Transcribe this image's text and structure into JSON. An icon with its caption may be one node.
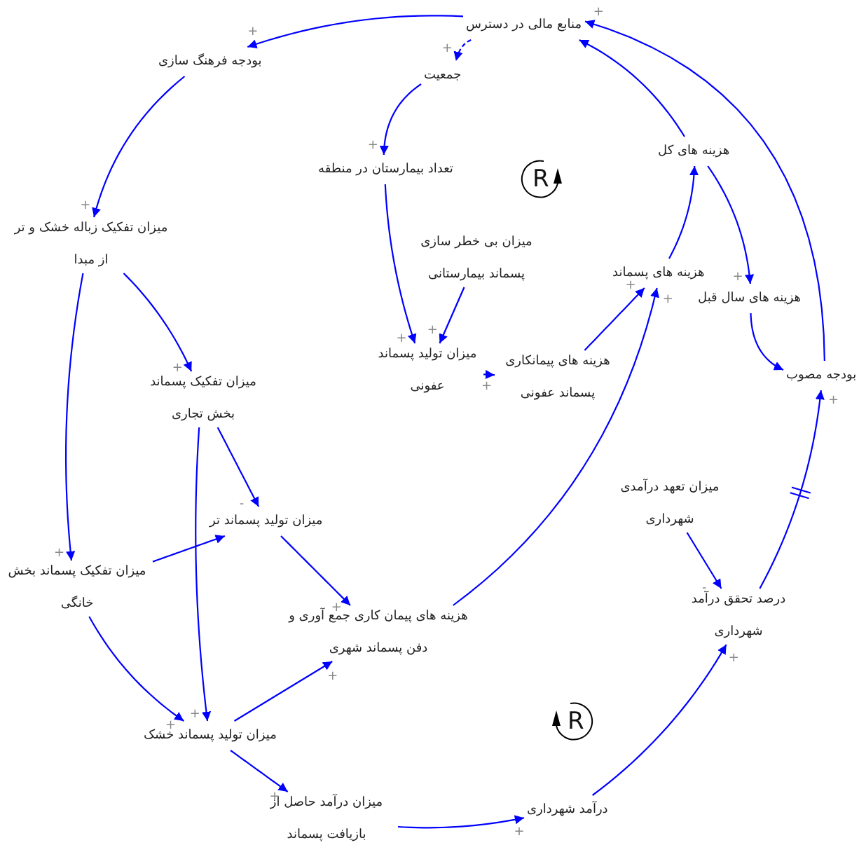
{
  "diagram": {
    "nodes": [
      {
        "text": [
          "منابع مالی در دسترس"
        ]
      },
      {
        "text": [
          "جمعیت"
        ]
      },
      {
        "text": [
          "بودجه فرهنگ سازی"
        ]
      },
      {
        "text": [
          "تعداد بیمارستان در منطقه"
        ]
      },
      {
        "text": [
          "میزان بی خطر سازی پسماند بیمارستانی"
        ]
      },
      {
        "text": [
          "هزینه های کل"
        ]
      },
      {
        "text": [
          "هزینه های پسماند"
        ]
      },
      {
        "text": [
          "هزینه های سال قبل"
        ]
      },
      {
        "text": [
          "میزان تولید پسماند عفونی"
        ]
      },
      {
        "text": [
          "هزینه های پیمانکاری پسماند عفونی"
        ]
      },
      {
        "text": [
          "بودجه مصوب"
        ]
      },
      {
        "text": [
          "میزان تفکیک زباله خشک و تر از مبدا"
        ]
      },
      {
        "text": [
          "میزان تفکیک پسماند بخش تجاری"
        ]
      },
      {
        "text": [
          "میزان تولید پسماند تر"
        ]
      },
      {
        "text": [
          "میزان تفکیک پسماند بخش خانگی"
        ]
      },
      {
        "text": [
          "هزینه های پیمان کاری جمع آوری و دفن پسماند شهری"
        ]
      },
      {
        "text": [
          "میزان تولید پسماند خشک"
        ]
      },
      {
        "text": [
          "میزان درآمد حاصل از بازیافت پسماند"
        ]
      },
      {
        "text": [
          "درآمد شهرداری"
        ]
      },
      {
        "text": [
          "میزان تعهد درآمدی شهرداری"
        ]
      },
      {
        "text": [
          "درصد تحقق درآمد شهرداری"
        ]
      }
    ],
    "edges": [
      {
        "from": 0,
        "to": 2,
        "arrow": "to",
        "label": "+"
      },
      {
        "from": 0,
        "to": 1,
        "arrow": "to",
        "label": "+",
        "style": "dashed"
      },
      {
        "from": 1,
        "to": 3,
        "arrow": "to",
        "label": "+"
      },
      {
        "from": 2,
        "to": 11,
        "arrow": "to",
        "label": "+"
      },
      {
        "from": 3,
        "to": 8,
        "arrow": "to",
        "label": "+"
      },
      {
        "from": 4,
        "to": 8,
        "arrow": "to",
        "label": "+"
      },
      {
        "from": 8,
        "to": 9,
        "arrow": "to",
        "label": "+"
      },
      {
        "from": 9,
        "to": 6,
        "arrow": "to",
        "label": "+"
      },
      {
        "from": 15,
        "to": 6,
        "arrow": "to",
        "label": "+"
      },
      {
        "from": 6,
        "to": 5,
        "arrow": "to"
      },
      {
        "from": 5,
        "to": 0,
        "arrow": "to"
      },
      {
        "from": 5,
        "to": 7,
        "arrow": "to",
        "label": "+"
      },
      {
        "from": 7,
        "to": 10,
        "arrow": "to"
      },
      {
        "from": 20,
        "to": 10,
        "arrow": "to",
        "label": "+"
      },
      {
        "from": 10,
        "to": 0,
        "arrow": "to",
        "label": "+"
      },
      {
        "from": 11,
        "to": 12,
        "arrow": "to",
        "label": "+"
      },
      {
        "from": 11,
        "to": 14,
        "arrow": "to",
        "label": "+"
      },
      {
        "from": 12,
        "to": 13,
        "arrow": "to",
        "label": "-"
      },
      {
        "from": 12,
        "to": 16,
        "arrow": "to",
        "label": "+"
      },
      {
        "from": 14,
        "to": 13,
        "arrow": "to"
      },
      {
        "from": 14,
        "to": 16,
        "arrow": "to",
        "label": "+"
      },
      {
        "from": 13,
        "to": 15,
        "arrow": "to",
        "label": "+"
      },
      {
        "from": 16,
        "to": 15,
        "arrow": "to",
        "label": "+"
      },
      {
        "from": 16,
        "to": 17,
        "arrow": "to",
        "label": "+"
      },
      {
        "from": 17,
        "to": 18,
        "arrow": "to",
        "label": "+"
      },
      {
        "from": 18,
        "to": 20,
        "arrow": "to",
        "label": "+"
      },
      {
        "from": 19,
        "to": 20,
        "arrow": "to",
        "label": "-"
      }
    ],
    "labels": [
      "R",
      "R"
    ]
  }
}
